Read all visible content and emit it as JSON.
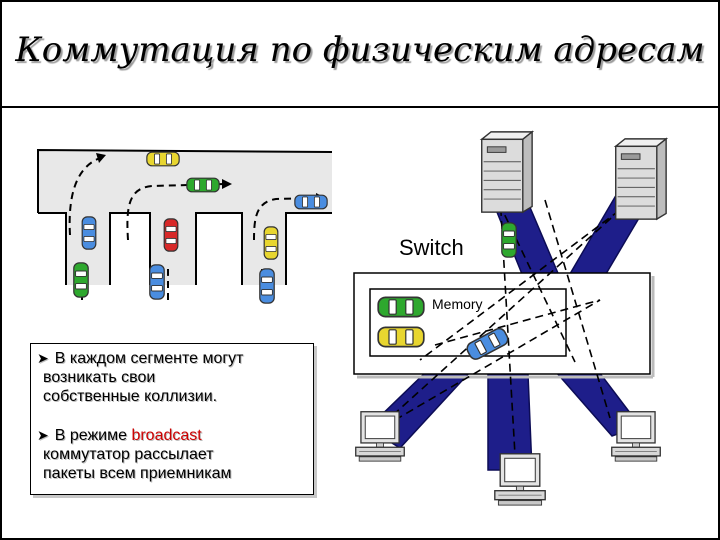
{
  "title": "Коммутация по физическим адресам",
  "diagram": {
    "switch_label": "Switch",
    "memory_label": "Memory"
  },
  "bullets": [
    {
      "lines": [
        "В каждом сегменте могут",
        "возникать свои",
        "собственные коллизии."
      ]
    },
    {
      "before": "В режиме ",
      "highlight": "broadcast",
      "lines": [
        "коммутатор рассылает",
        "пакеты всем приемникам"
      ]
    }
  ],
  "colors": {
    "cable": "#1e1e8a",
    "highlight_text": "#cc0000",
    "car_yellow": "#e8d630",
    "car_green": "#2ea82e",
    "car_blue": "#4a8de0",
    "car_red": "#d82828"
  }
}
